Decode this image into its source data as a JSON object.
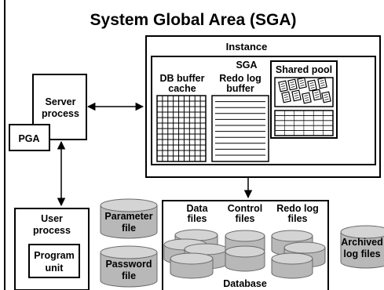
{
  "title": "System Global Area (SGA)",
  "instance": {
    "label": "Instance",
    "sga_label": "SGA",
    "db_buffer_cache": [
      "DB buffer",
      "cache"
    ],
    "redo_log_buffer": [
      "Redo log",
      "buffer"
    ],
    "shared_pool": "Shared pool"
  },
  "server_process": [
    "Server",
    "process"
  ],
  "pga": "PGA",
  "user_process": [
    "User",
    "process"
  ],
  "program_unit": [
    "Program",
    "unit"
  ],
  "parameter_file": [
    "Parameter",
    "file"
  ],
  "password_file": [
    "Password",
    "file"
  ],
  "database": {
    "label": "Database",
    "data_files": [
      "Data",
      "files"
    ],
    "control_files": [
      "Control",
      "files"
    ],
    "redo_log_files": [
      "Redo log",
      "files"
    ]
  },
  "archived_log_files": [
    "Archived",
    "log files"
  ],
  "colors": {
    "cylinder_fill": "#b8b8b8",
    "cylinder_top": "#d4d4d4",
    "cylinder_stroke": "#6a6a6a",
    "line": "#000000"
  }
}
